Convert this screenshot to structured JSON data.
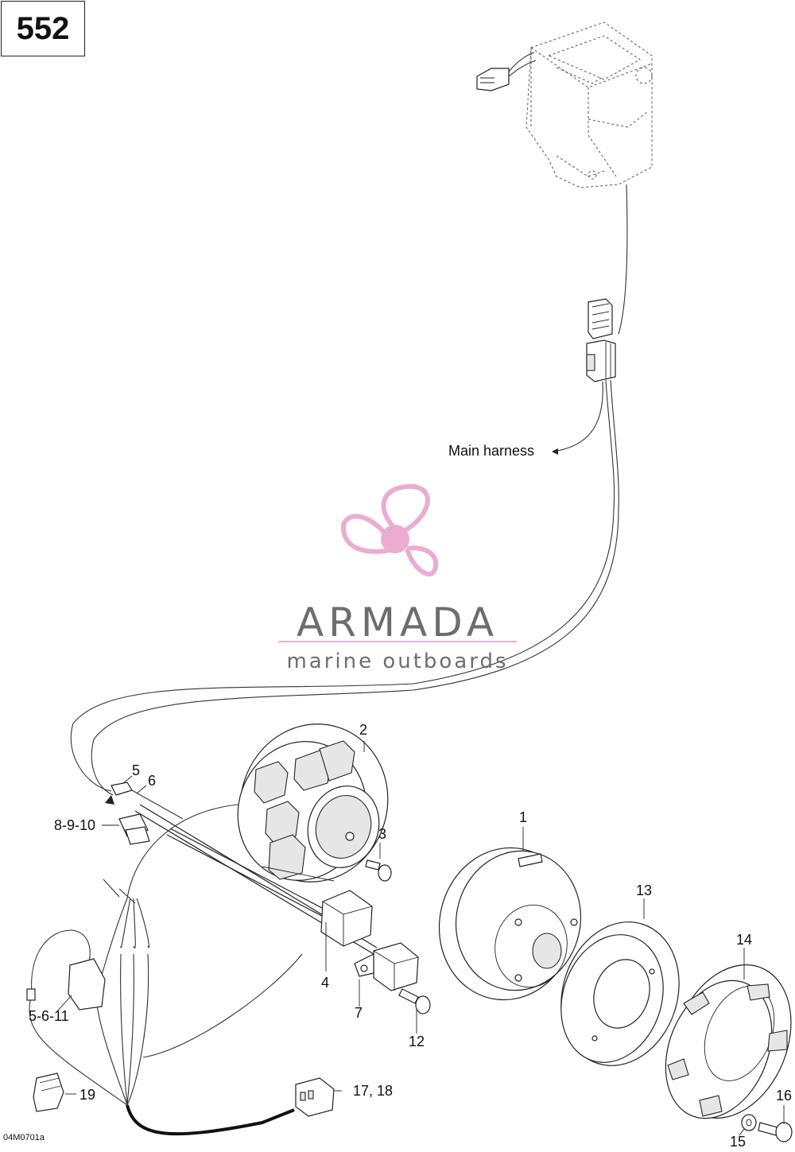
{
  "page_number": "552",
  "drawing_ref": "04M0701a",
  "brand": {
    "name": "ARMADA",
    "tagline": "marine outboards",
    "accent_color": "#e9a9cf",
    "text_color": "#666666"
  },
  "labels": {
    "main_harness": "Main harness",
    "c1": "1",
    "c2": "2",
    "c3": "3",
    "c4": "4",
    "c5": "5",
    "c6": "6",
    "c7": "7",
    "c8_9_10": "8-9-10",
    "c12": "12",
    "c13": "13",
    "c14": "14",
    "c15": "15",
    "c16": "16",
    "c5_6_11": "5-6-11",
    "c17_18": "17, 18",
    "c19": "19"
  }
}
